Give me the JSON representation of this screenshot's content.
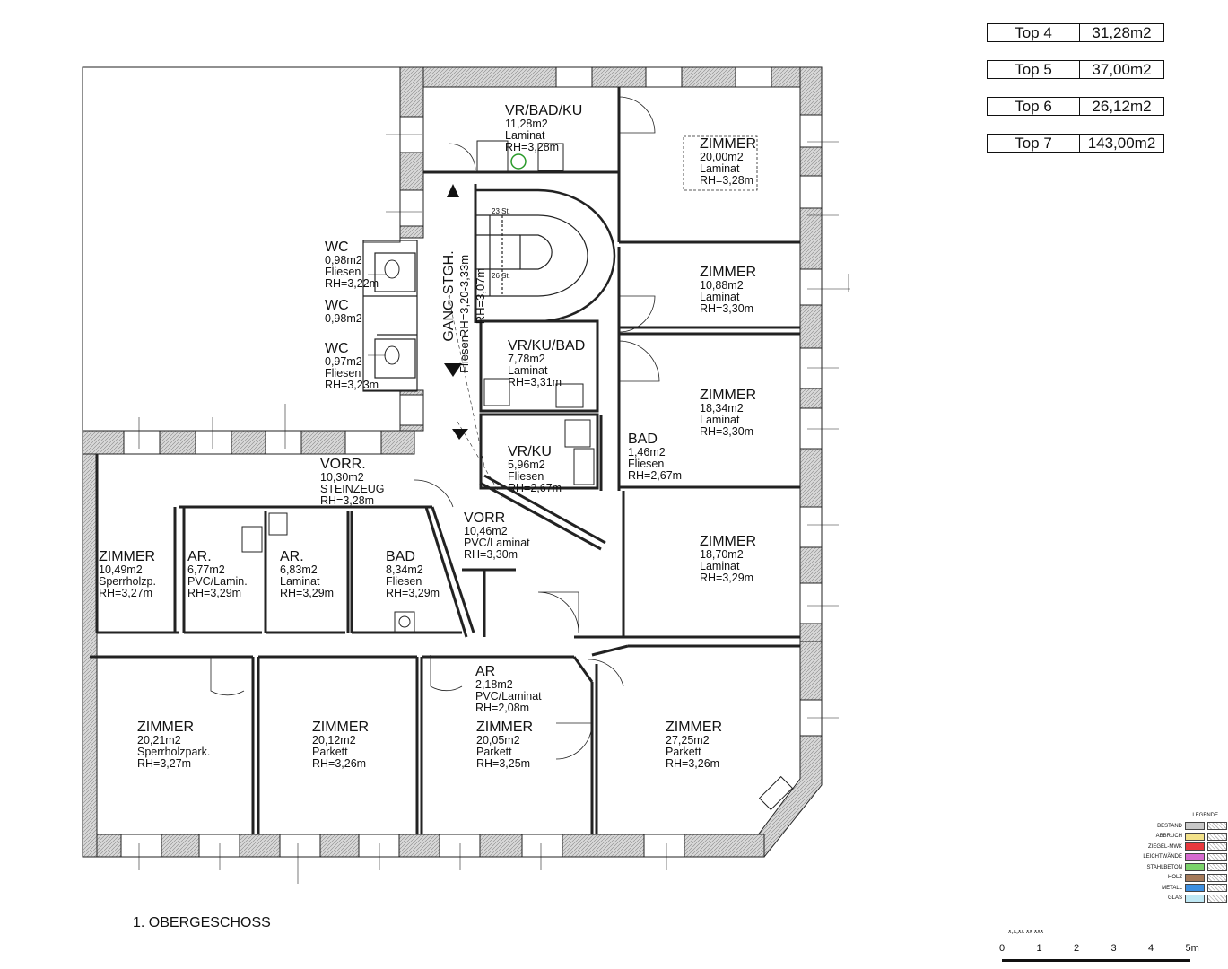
{
  "tops": [
    {
      "label": "Top 4",
      "area": "31,28m2"
    },
    {
      "label": "Top 5",
      "area": "37,00m2"
    },
    {
      "label": "Top 6",
      "area": "26,12m2"
    },
    {
      "label": "Top 7",
      "area": "143,00m2"
    }
  ],
  "floor_title": "1. OBERGESCHOSS",
  "rooms": [
    {
      "name": "VR/BAD/KU",
      "area": "11,28m2",
      "floor": "Laminat",
      "height": "RH=3,28m"
    },
    {
      "name": "ZIMMER",
      "area": "20,00m2",
      "floor": "Laminat",
      "height": "RH=3,28m"
    },
    {
      "name": "WC",
      "area": "0,98m2",
      "floor": "Fliesen",
      "height": "RH=3,22m"
    },
    {
      "name": "WC",
      "area": "0,98m2"
    },
    {
      "name": "WC",
      "area": "0,97m2",
      "floor": "Fliesen",
      "height": "RH=3,23m"
    },
    {
      "name": "ZIMMER",
      "area": "10,88m2",
      "floor": "Laminat",
      "height": "RH=3,30m"
    },
    {
      "name": "VR/KU/BAD",
      "area": "7,78m2",
      "floor": "Laminat",
      "height": "RH=3,31m"
    },
    {
      "name": "ZIMMER",
      "area": "18,34m2",
      "floor": "Laminat",
      "height": "RH=3,30m"
    },
    {
      "name": "BAD",
      "area": "1,46m2",
      "floor": "Fliesen",
      "height": "RH=2,67m"
    },
    {
      "name": "VR/KU",
      "area": "5,96m2",
      "floor": "Fliesen",
      "height": "RH=2,67m"
    },
    {
      "name": "VORR.",
      "area": "10,30m2",
      "floor": "STEINZEUG",
      "height": "RH=3,28m"
    },
    {
      "name": "VORR",
      "area": "10,46m2",
      "floor": "PVC/Laminat",
      "height": "RH=3,30m"
    },
    {
      "name": "ZIMMER",
      "area": "18,70m2",
      "floor": "Laminat",
      "height": "RH=3,29m"
    },
    {
      "name": "ZIMMER",
      "area": "10,49m2",
      "floor": "Sperrholzp.",
      "height": "RH=3,27m"
    },
    {
      "name": "AR.",
      "area": "6,77m2",
      "floor": "PVC/Lamin.",
      "height": "RH=3,29m"
    },
    {
      "name": "AR.",
      "area": "6,83m2",
      "floor": "Laminat",
      "height": "RH=3,29m"
    },
    {
      "name": "BAD",
      "area": "8,34m2",
      "floor": "Fliesen",
      "height": "RH=3,29m"
    },
    {
      "name": "AR",
      "area": "2,18m2",
      "floor": "PVC/Laminat",
      "height": "RH=2,08m"
    },
    {
      "name": "ZIMMER",
      "area": "20,21m2",
      "floor": "Sperrholzpark.",
      "height": "RH=3,27m"
    },
    {
      "name": "ZIMMER",
      "area": "20,12m2",
      "floor": "Parkett",
      "height": "RH=3,26m"
    },
    {
      "name": "ZIMMER",
      "area": "20,05m2",
      "floor": "Parkett",
      "height": "RH=3,25m"
    },
    {
      "name": "ZIMMER",
      "area": "27,25m2",
      "floor": "Parkett",
      "height": "RH=3,26m"
    }
  ],
  "stair": {
    "label": "GANG-STGH.",
    "height": "RH=3,20-3,33m",
    "floor": "Fliesen",
    "height2": "RH=3,07m",
    "steps_upper": "23 St.",
    "steps_lower": "26 St."
  },
  "legend": {
    "title": "LEGENDE",
    "items": [
      {
        "label": "BESTAND",
        "color": "#c8c8c8"
      },
      {
        "label": "ABBRUCH",
        "color": "#f3e28a"
      },
      {
        "label": "ZIEGEL-MWK",
        "color": "#e8383d"
      },
      {
        "label": "LEICHTWÄNDE",
        "color": "#d66ad0"
      },
      {
        "label": "STAHLBETON",
        "color": "#7ad36a"
      },
      {
        "label": "HOLZ",
        "color": "#a57a5a"
      },
      {
        "label": "METALL",
        "color": "#3d8fe0"
      },
      {
        "label": "GLAS",
        "color": "#bfe8f4"
      }
    ]
  },
  "scale": {
    "note": "x,x,xx    xx    xxx",
    "ticks": [
      "0",
      "1",
      "2",
      "3",
      "4",
      "5m"
    ]
  }
}
